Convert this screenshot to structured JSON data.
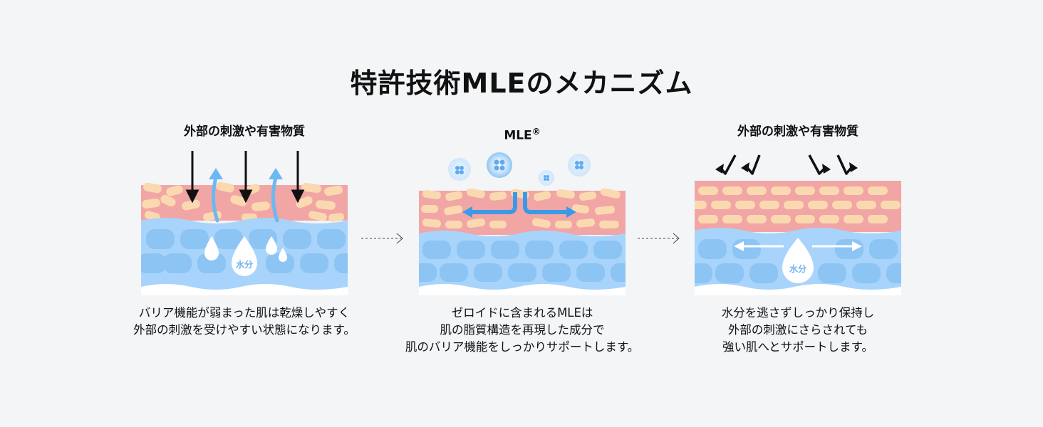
{
  "title": "特許技術MLEのメカニズム",
  "panels": [
    {
      "heading": "外部の刺激や有害物質",
      "caption": "バリア機能が弱まった肌は乾燥しやすく\n外部の刺激を受けやすい状態になります。",
      "badge": "水分"
    },
    {
      "heading": "MLE",
      "heading_mark": "®",
      "caption": "ゼロイドに含まれるMLEは\n肌の脂質構造を再現した成分で\n肌のバリア機能をしっかりサポートします。"
    },
    {
      "heading": "外部の刺激や有害物質",
      "caption": "水分を逃さずしっかり保持し\n外部の刺激にさらされても\n強い肌へとサポートします。",
      "badge": "水分"
    }
  ],
  "colors": {
    "background": "#f3f5f7",
    "skin_outer": "#f2a5a5",
    "lipid_cell": "#fbd9b0",
    "moisture_layer": "#a8d4fb",
    "moisture_cell": "#8cc4f3",
    "flow_arrow": "#5aa0e8",
    "mle_arrow": "#3a9ae8"
  }
}
